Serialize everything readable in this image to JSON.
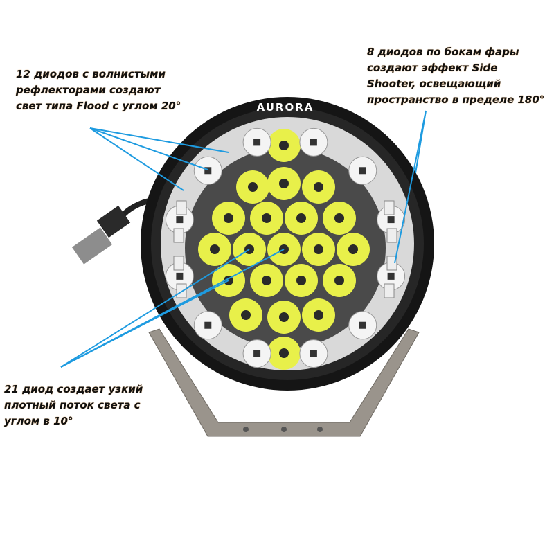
{
  "annotations": {
    "flood": "12 диодов с волнистыми\nрефлекторами создают\nсвет типа Flood с углом 20°",
    "side_shooter": "8 диодов по бокам фары\nсоздают эффект Side\nShooter, освещающий\nпространство в пределе 180°",
    "spot": "21 диод создает узкий\nплотный поток света с\nуглом в 10°"
  },
  "product": {
    "brand": "AURORA"
  },
  "colors": {
    "callout_line": "#1e9be0",
    "housing": "#151515",
    "spot_led": "#e8f04a",
    "bracket": "#9a948c"
  }
}
